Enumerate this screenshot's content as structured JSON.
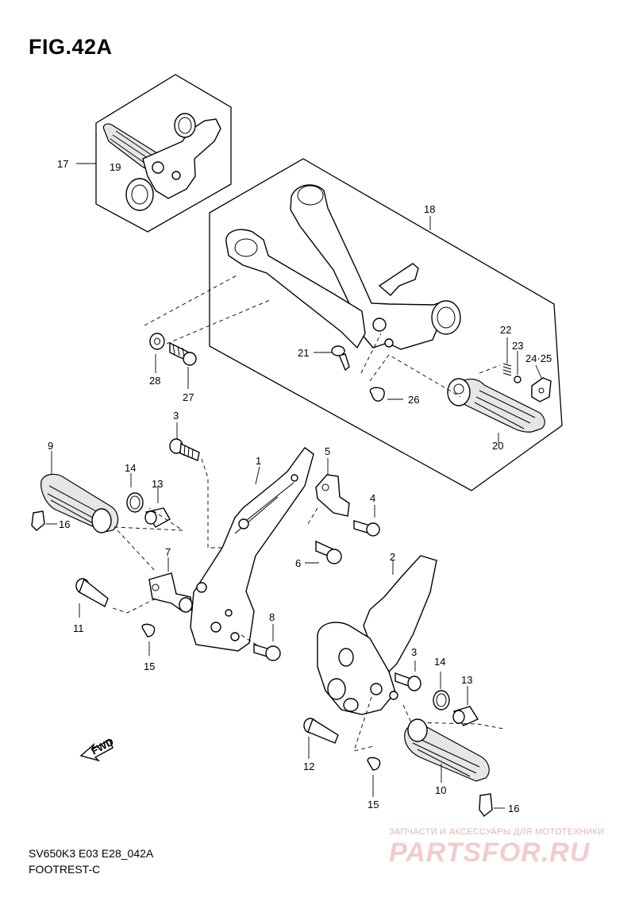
{
  "figure": {
    "title": "FIG.42A"
  },
  "footer": {
    "code": "SV650K3 E03 E28_042A",
    "name": "FOOTREST-C"
  },
  "watermark": {
    "tagline": "ЗАПЧАСТИ И АКСЕССУАРЫ ДЛЯ МОТОТЕХНИКИ",
    "logo": "PARTSFOR.RU",
    "color": "#f2cccc"
  },
  "direction_indicator": {
    "label": "FWD"
  },
  "callouts": [
    "17",
    "19",
    "18",
    "22",
    "23",
    "24·25",
    "21",
    "26",
    "28",
    "27",
    "20",
    "3",
    "1",
    "5",
    "9",
    "14",
    "13",
    "4",
    "16",
    "6",
    "7",
    "2",
    "11",
    "8",
    "15",
    "3",
    "14",
    "13",
    "12",
    "10",
    "15",
    "16"
  ]
}
